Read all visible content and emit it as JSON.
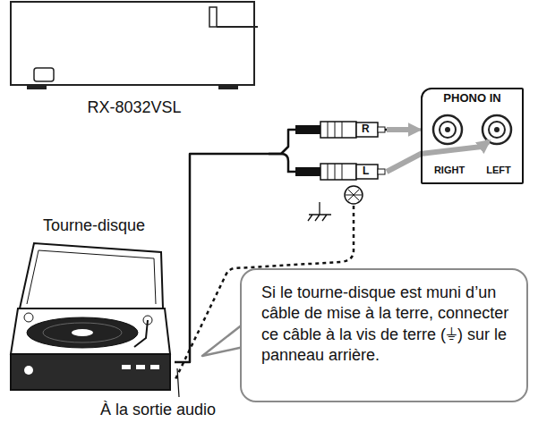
{
  "diagram": {
    "nodes": [
      {
        "text": [
          "RX-8032VSL"
        ]
      },
      {
        "text": [
          "PHONO IN",
          "RIGHT",
          "LEFT"
        ]
      },
      {
        "text": [
          "Tourne-disque"
        ]
      },
      {
        "text": [
          "Si le tourne-disque est muni d’un câble de mise à la terre, connecter ce câble à la vis de terre (⏚) sur le panneau arrière."
        ]
      }
    ],
    "edges": [
      {
        "from": 2,
        "to": 1,
        "arrow": "to"
      }
    ],
    "labels": [
      "R",
      "L",
      "À la sortie audio"
    ]
  }
}
